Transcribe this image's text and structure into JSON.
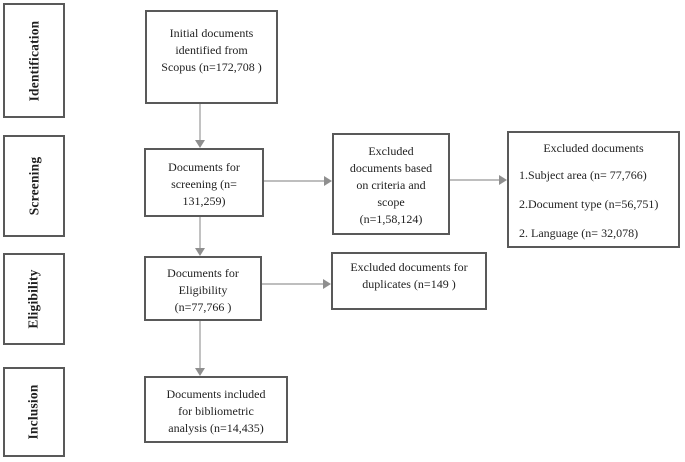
{
  "sidebar": {
    "stages": [
      {
        "label": "Identification"
      },
      {
        "label": "Screening"
      },
      {
        "label": "Eligibility"
      },
      {
        "label": "Inclusion"
      }
    ]
  },
  "flow": {
    "initial": {
      "text": "Initial documents\nidentified from\nScopus (n=172,708 )"
    },
    "screening": {
      "text": "Documents for\nscreening (n=\n131,259)"
    },
    "eligibility": {
      "text": "Documents for\nEligibility\n(n=77,766 )"
    },
    "included": {
      "text": "Documents included\nfor bibliometric\nanalysis (n=14,435)"
    },
    "excluded_criteria": {
      "text": "Excluded\ndocuments based\non criteria and\nscope\n(n=1,58,124)"
    },
    "excluded_duplicates": {
      "text": "Excluded documents for\nduplicates (n=149 )"
    },
    "excluded_details": {
      "title": "Excluded documents",
      "items": [
        "1.Subject area (n= 77,766)",
        "2.Document type (n=56,751)",
        "2. Language  (n= 32,078)"
      ]
    }
  },
  "colors": {
    "box_border": "#595959",
    "arrow_line": "#a8a8a8",
    "arrow_head": "#8f8f8f",
    "text_color": "#1f1f1f",
    "bg": "#ffffff"
  }
}
